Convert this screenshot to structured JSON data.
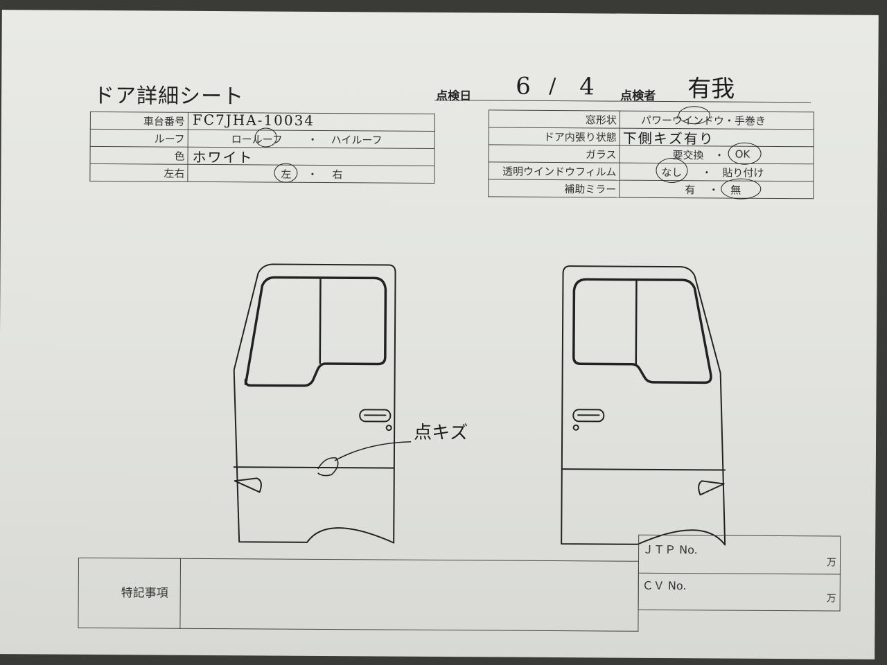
{
  "sheet": {
    "title": "ドア詳細シート",
    "inspection_date_label": "点検日",
    "inspection_date_month": "6",
    "inspection_date_sep": "/",
    "inspection_date_day": "4",
    "inspector_label": "点検者",
    "inspector_name": "有我"
  },
  "left_table": {
    "chassis_label": "車台番号",
    "chassis_value": "FC7JHA-10034",
    "roof_label": "ルーフ",
    "roof_opt1": "ロールーフ",
    "roof_sep": "・",
    "roof_opt2": "ハイルーフ",
    "color_label": "色",
    "color_value": "ホワイト",
    "side_label": "左右",
    "side_opt1": "左",
    "side_sep": "・",
    "side_opt2": "右"
  },
  "right_table": {
    "window_label": "窓形状",
    "window_options": "パワーウインドウ・手巻き",
    "interior_label": "ドア内張り状態",
    "interior_value": "下側キズ有り",
    "glass_label": "ガラス",
    "glass_opt1": "要交換",
    "glass_sep": "・",
    "glass_opt2": "OK",
    "film_label": "透明ウインドウフィルム",
    "film_opt1": "なし",
    "film_sep": "・",
    "film_opt2": "貼り付け",
    "mirror_label": "補助ミラー",
    "mirror_opt1": "有",
    "mirror_sep": "・",
    "mirror_opt2": "無"
  },
  "diagram": {
    "damage_note": "点キズ"
  },
  "bottom": {
    "remarks_label": "特記事項",
    "jtp_label": "ＪＴＰ No.",
    "jtp_unit": "万",
    "cv_label": "ＣＶ No.",
    "cv_unit": "万"
  },
  "colors": {
    "paper": "#e6e7e3",
    "ink": "#222222",
    "background": "#3a3a36"
  }
}
